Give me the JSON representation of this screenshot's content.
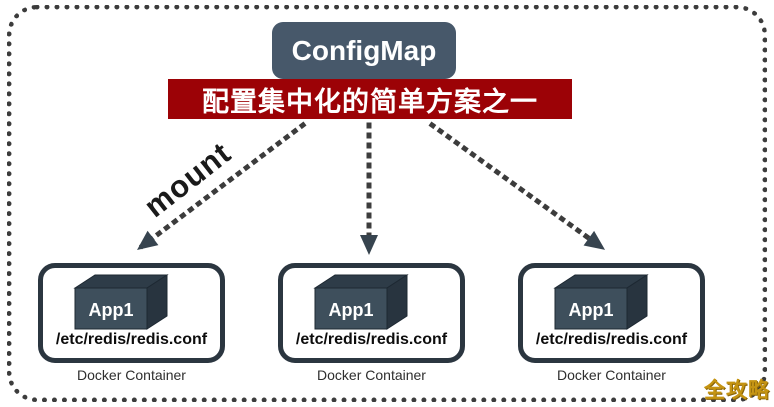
{
  "diagram": {
    "title": "ConfigMap",
    "banner": "配置集中化的简单方案之一",
    "mount_label": "mount",
    "watermark": "全攻略"
  },
  "containers": [
    {
      "app": "App1",
      "mount_path": "/etc/redis/redis.conf",
      "caption": "Docker Container"
    },
    {
      "app": "App1",
      "mount_path": "/etc/redis/redis.conf",
      "caption": "Docker Container"
    },
    {
      "app": "App1",
      "mount_path": "/etc/redis/redis.conf",
      "caption": "Docker Container"
    }
  ],
  "colors": {
    "configmap_box": "#47586a",
    "banner_red": "#9c0206",
    "cube_front": "#3e4f5c",
    "cube_top": "#2e3c48",
    "cube_side": "#28343f",
    "container_border": "#2b3640",
    "arrow": "#37444f",
    "dashed_border": "#3c3c3c",
    "watermark_gold": "#c59412"
  }
}
